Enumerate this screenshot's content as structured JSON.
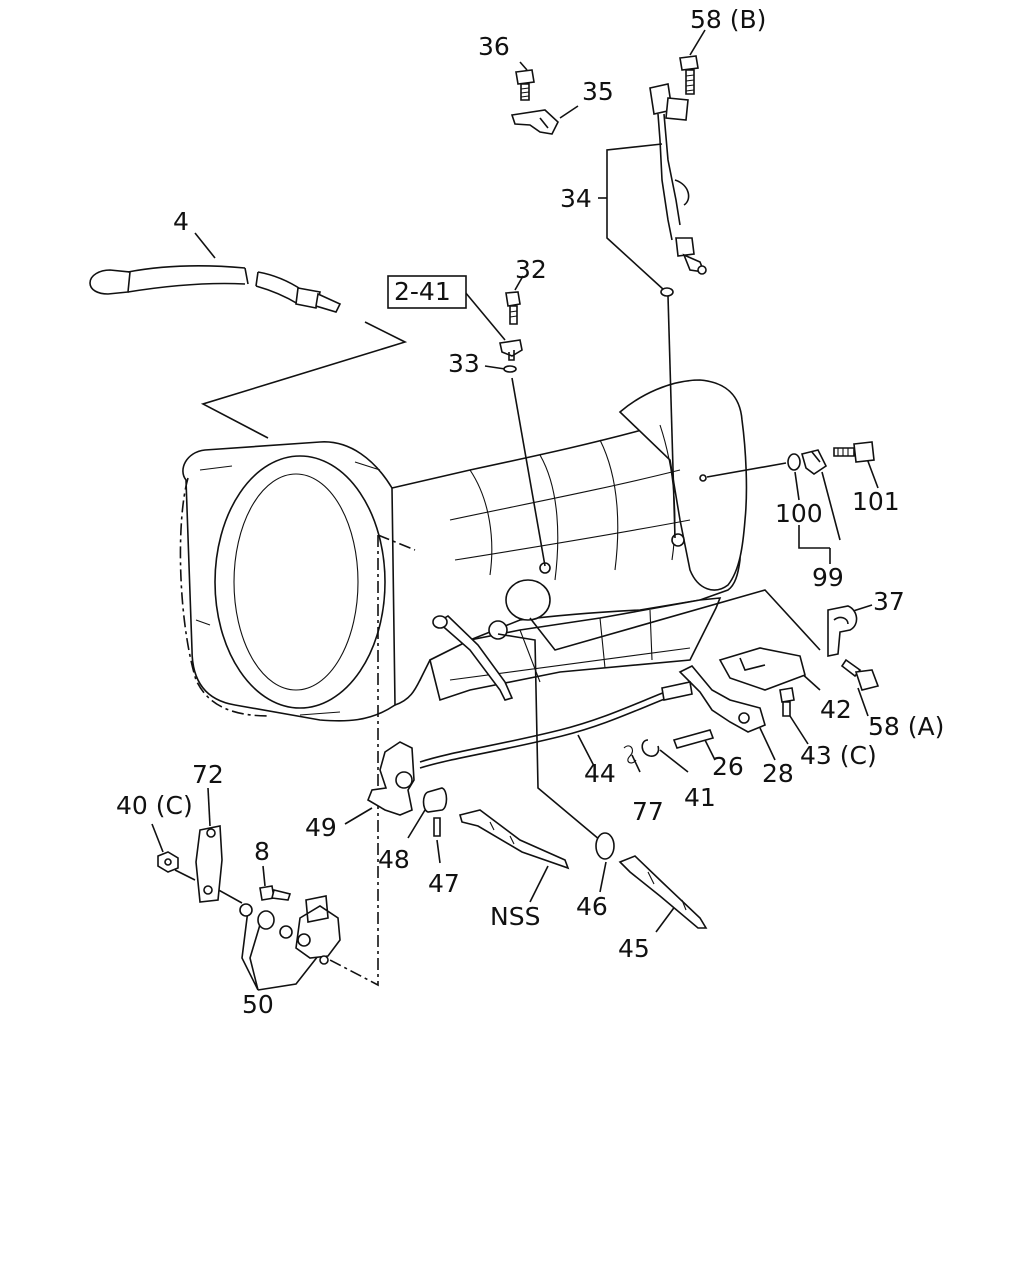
{
  "callouts": {
    "p58b": "58 (B)",
    "p36": "36",
    "p35": "35",
    "p34": "34",
    "p4": "4",
    "p32": "32",
    "ref_2_41": "2-41",
    "p33": "33",
    "p101": "101",
    "p100": "100",
    "p99": "99",
    "p37": "37",
    "p42": "42",
    "p58a": "58 (A)",
    "p43c": "43 (C)",
    "p26": "26",
    "p28": "28",
    "p44": "44",
    "p41": "41",
    "p77": "77",
    "p72": "72",
    "p40c": "40 (C)",
    "p49": "49",
    "p8": "8",
    "p48": "48",
    "p47": "47",
    "pNSS": "NSS",
    "p46": "46",
    "p45": "45",
    "p50": "50"
  }
}
